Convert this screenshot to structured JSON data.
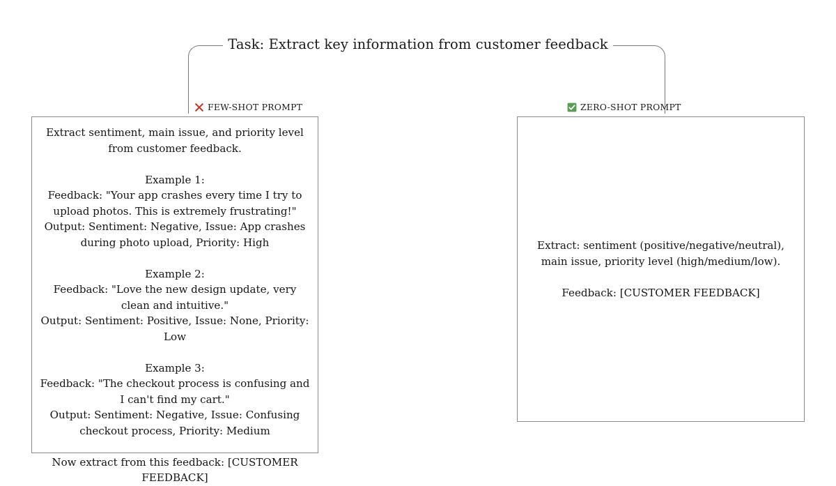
{
  "diagram": {
    "title": "Task: Extract key information from customer feedback",
    "background_color": "#ffffff",
    "bracket_color": "#7a7a80",
    "box_border_color": "#8a8a90",
    "text_color": "#151515"
  },
  "columns": [
    {
      "id": "few-shot",
      "label": "FEW-SHOT PROMPT",
      "icon": "cross-mark-icon",
      "icon_color": "#c0392b",
      "prompt_text": "Extract sentiment, main issue, and priority level from customer feedback.\n\nExample 1:\nFeedback: \"Your app crashes every time I try to upload photos. This is extremely frustrating!\"\nOutput: Sentiment: Negative, Issue: App crashes during photo upload, Priority: High\n\nExample 2:\nFeedback: \"Love the new design update, very clean and intuitive.\"\nOutput: Sentiment: Positive, Issue: None, Priority: Low\n\nExample 3:\nFeedback: \"The checkout process is confusing and I can't find my cart.\"\nOutput: Sentiment: Negative, Issue: Confusing checkout process, Priority: Medium\n\nNow extract from this feedback: [CUSTOMER FEEDBACK]"
    },
    {
      "id": "zero-shot",
      "label": "ZERO-SHOT PROMPT",
      "icon": "check-mark-button-icon",
      "icon_color": "#5a9e56",
      "prompt_text": "Extract: sentiment (positive/negative/neutral), main issue, priority level (high/medium/low).\n\nFeedback: [CUSTOMER FEEDBACK]"
    }
  ]
}
